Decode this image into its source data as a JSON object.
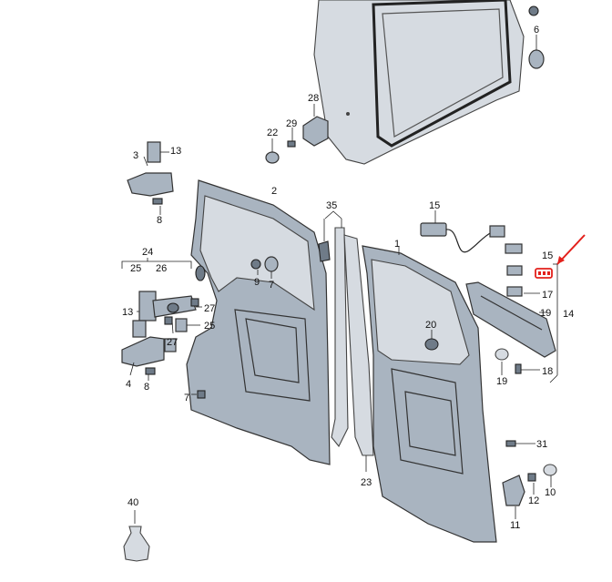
{
  "diagram": {
    "callouts": {
      "c1": "1",
      "c2": "2",
      "c3": "3",
      "c4": "4",
      "c6": "6",
      "c7a": "7",
      "c7b": "7",
      "c8a": "8",
      "c8b": "8",
      "c9": "9",
      "c10": "10",
      "c11": "11",
      "c12": "12",
      "c13a": "13",
      "c13b": "13",
      "c14": "14",
      "c15a": "15",
      "c15b": "15",
      "c17": "17",
      "c18": "18",
      "c19a": "19",
      "c19b": "19",
      "c20": "20",
      "c22": "22",
      "c23": "23",
      "c24": "24",
      "c25a": "25",
      "c25b": "25",
      "c26": "26",
      "c27a": "27",
      "c27b": "27",
      "c28": "28",
      "c29": "29",
      "c31": "31",
      "c35": "35",
      "c40": "40"
    },
    "highlight_color": "#e3201b"
  }
}
